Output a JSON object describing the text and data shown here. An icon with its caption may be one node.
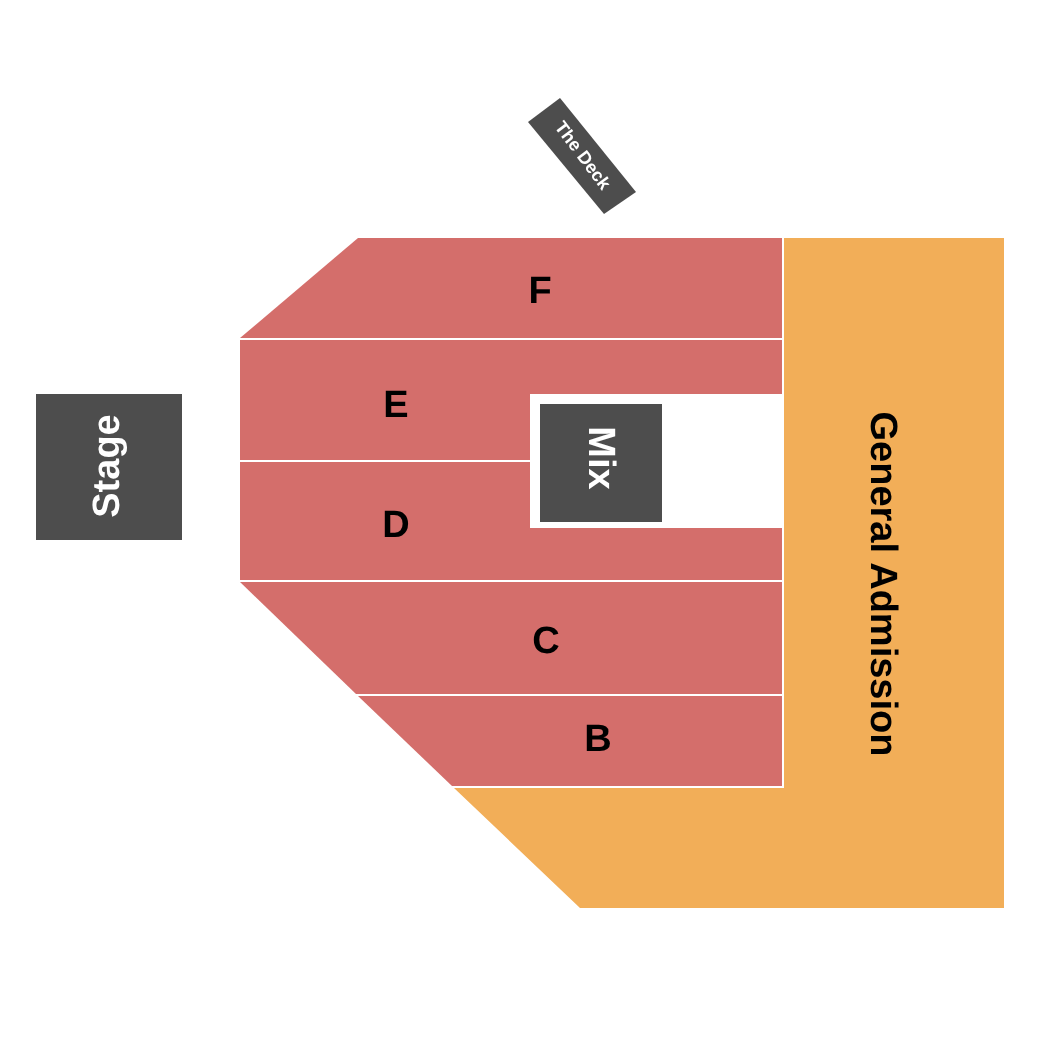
{
  "diagram": {
    "nodes": [
      {
        "text": [
          "Stage"
        ]
      },
      {
        "text": [
          "The Deck"
        ]
      },
      {
        "text": [
          "F"
        ]
      },
      {
        "text": [
          "E"
        ]
      },
      {
        "text": [
          "D"
        ]
      },
      {
        "text": [
          "Mix"
        ]
      },
      {
        "text": [
          "C"
        ]
      },
      {
        "text": [
          "B"
        ]
      },
      {
        "text": [
          "General Admission"
        ]
      }
    ]
  }
}
